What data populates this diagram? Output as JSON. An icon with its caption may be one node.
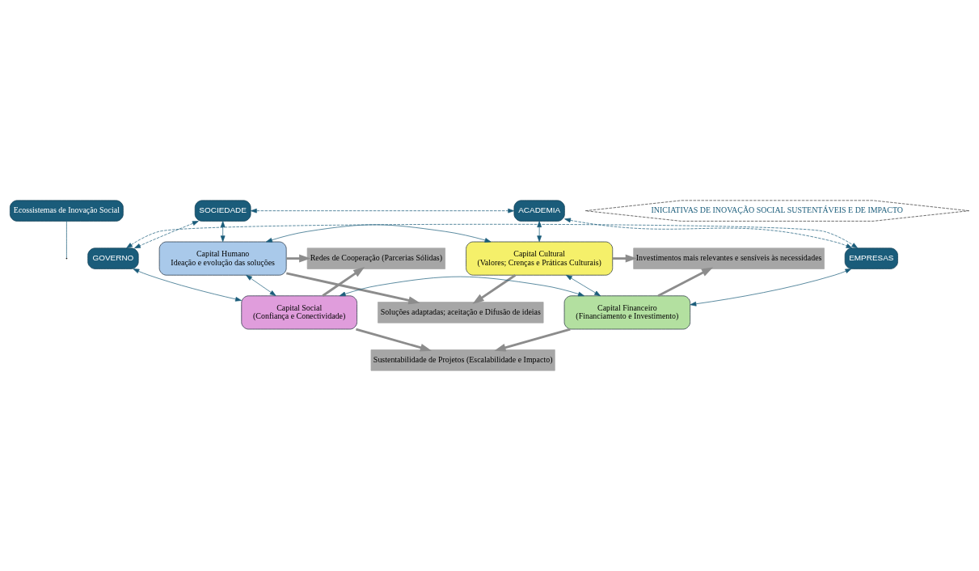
{
  "diagram": {
    "nodes": [
      {
        "text": [
          "Ecossistemas de Inovação Social"
        ]
      },
      {
        "text": [
          "SOCIEDADE"
        ]
      },
      {
        "text": [
          "ACADEMIA"
        ]
      },
      {
        "text": [
          "Soluções adaptadas; aceitação e Difusão de ideias"
        ]
      },
      {
        "text": [
          "Redes de Cooperação (Parcerias Sólidas)"
        ]
      },
      {
        "text": [
          "Capital Humano",
          "Ideação e evolução das soluções"
        ]
      },
      {
        "text": [
          "Capital Cultural",
          "(Valores; Crenças e Práticas Culturais)"
        ]
      },
      {
        "text": [
          "INICIATIVAS DE INOVAÇÃO SOCIAL SUSTENTÁVEIS E DE IMPACTO"
        ]
      },
      {
        "text": [
          "Investimentos mais relevantes e sensíveis às necessidades"
        ]
      },
      {
        "text": [
          "Capital Social",
          "(Confiança e Conectividade)"
        ]
      },
      {
        "text": [
          "Capital Financeiro",
          "(Financiamento e Investimento)"
        ]
      },
      {
        "text": [
          "Sustentabilidade de Projetos (Escalabilidade e Impacto)"
        ]
      },
      {
        "text": [
          "GOVERNO"
        ]
      },
      {
        "text": [
          "EMPRESAS"
        ]
      }
    ],
    "edges": [
      {
        "from": 0,
        "to": null,
        "arrow": "none"
      },
      {
        "from": 1,
        "to": 2,
        "arrow": "both",
        "style": "dashed"
      },
      {
        "from": 1,
        "to": 12,
        "arrow": "both",
        "style": "dashed"
      },
      {
        "from": 2,
        "to": 13,
        "arrow": "both",
        "style": "dashed"
      },
      {
        "from": 12,
        "to": 13,
        "arrow": "both",
        "style": "dashed"
      },
      {
        "from": 1,
        "to": 5,
        "arrow": "both"
      },
      {
        "from": 2,
        "to": 6,
        "arrow": "both"
      },
      {
        "from": 12,
        "to": 9,
        "arrow": "both"
      },
      {
        "from": 13,
        "to": 10,
        "arrow": "both"
      },
      {
        "from": 5,
        "to": 6,
        "arrow": "both"
      },
      {
        "from": 5,
        "to": 9,
        "arrow": "both"
      },
      {
        "from": 6,
        "to": 10,
        "arrow": "both"
      },
      {
        "from": 9,
        "to": 10,
        "arrow": "both"
      },
      {
        "from": 5,
        "to": 3,
        "arrow": "to",
        "style": "thick",
        "color": "#8c8c8c"
      },
      {
        "from": 6,
        "to": 3,
        "arrow": "to",
        "style": "thick",
        "color": "#8c8c8c"
      },
      {
        "from": 5,
        "to": 4,
        "arrow": "to",
        "style": "thick",
        "color": "#8c8c8c"
      },
      {
        "from": 9,
        "to": 4,
        "arrow": "to",
        "style": "thick",
        "color": "#8c8c8c"
      },
      {
        "from": 6,
        "to": 8,
        "arrow": "to",
        "style": "thick",
        "color": "#8c8c8c"
      },
      {
        "from": 10,
        "to": 8,
        "arrow": "to",
        "style": "thick",
        "color": "#8c8c8c"
      },
      {
        "from": 9,
        "to": 11,
        "arrow": "to",
        "style": "thick",
        "color": "#8c8c8c"
      },
      {
        "from": 10,
        "to": 11,
        "arrow": "to",
        "style": "thick",
        "color": "#8c8c8c"
      }
    ]
  }
}
